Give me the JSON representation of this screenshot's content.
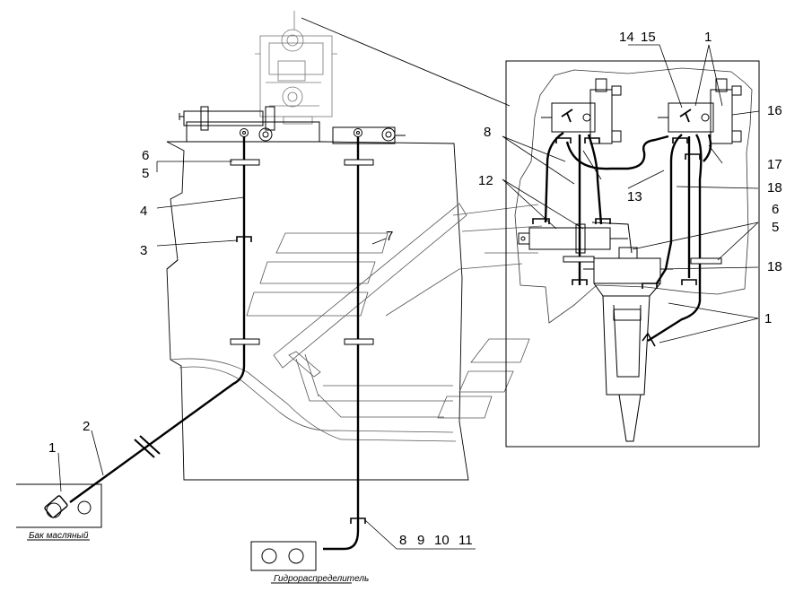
{
  "diagram": {
    "callouts": {
      "c_14": "14",
      "c_15": "15",
      "c_1_top": "1",
      "c_16": "16",
      "c_8_right": "8",
      "c_17": "17",
      "c_12": "12",
      "c_13": "13",
      "c_18_top": "18",
      "c_6_right": "6",
      "c_5_right": "5",
      "c_18_mid": "18",
      "c_1_mid": "1",
      "c_6_left": "6",
      "c_5_left": "5",
      "c_4": "4",
      "c_3": "3",
      "c_7": "7",
      "c_2": "2",
      "c_1_bottom": "1",
      "c_8_bottom": "8",
      "c_9": "9",
      "c_10": "10",
      "c_11": "11"
    },
    "captions": {
      "oil_tank": "Бак масляный",
      "hydraulic_distributor": "Гидрораспределитель"
    }
  }
}
